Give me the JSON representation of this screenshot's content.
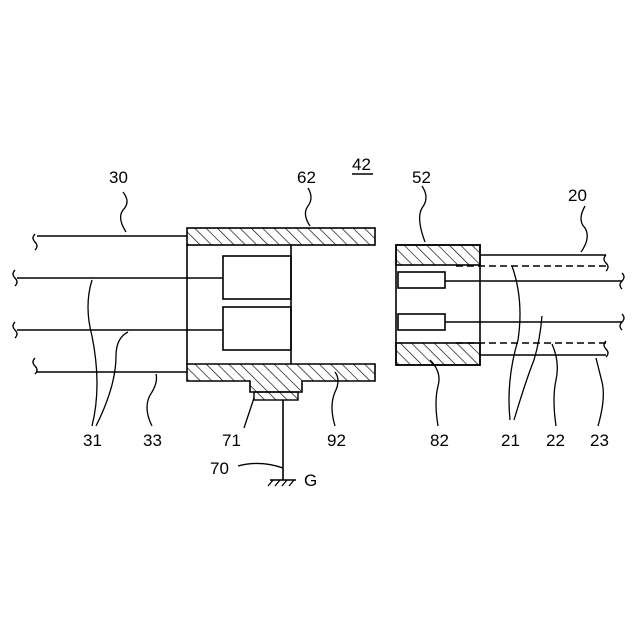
{
  "figure": {
    "labels": {
      "l42": "42",
      "l30": "30",
      "l62": "62",
      "l52": "52",
      "l20": "20",
      "l31": "31",
      "l33": "33",
      "l71": "71",
      "l92": "92",
      "l82": "82",
      "l21": "21",
      "l22": "22",
      "l23": "23",
      "l70": "70",
      "lG": "G"
    }
  }
}
